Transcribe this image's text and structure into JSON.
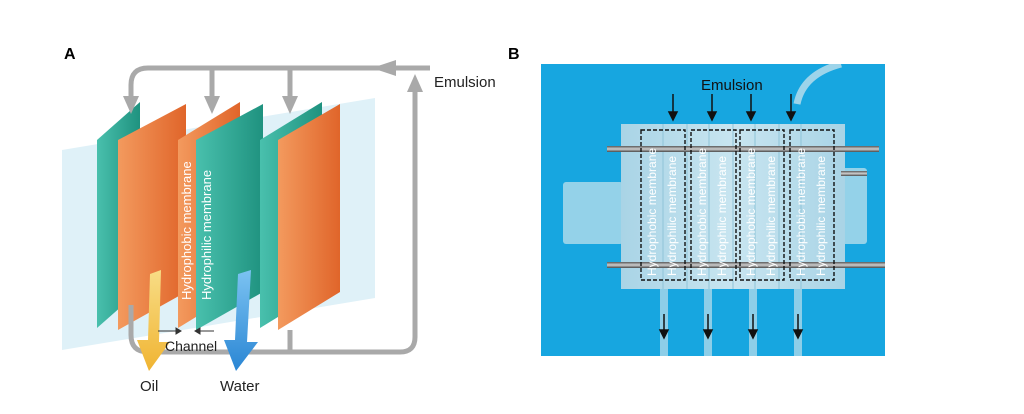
{
  "panel_a": {
    "letter": "A",
    "emulsion_label": "Emulsion",
    "hydrophobic_label": "Hydrophobic membrane",
    "hydrophilic_label": "Hydrophilic membrane",
    "channel_label": "Channel",
    "oil_label": "Oil",
    "water_label": "Water"
  },
  "panel_b": {
    "letter": "B",
    "emulsion_label": "Emulsion",
    "membrane_labels": [
      "Hydrophobic membrane",
      "Hydrophilic membrane",
      "Hydrophobic membrane",
      "Hydrophilic membrane",
      "Hydrophobic membrane",
      "Hydrophilic membrane",
      "Hydrophobic membrane",
      "Hydrophilic membrane"
    ]
  },
  "colors": {
    "hydrophobic": "#e8743a",
    "hydrophilic": "#2ea896",
    "pipe": "#a9a9a9",
    "oil": "#f3c34e",
    "water": "#3d9be0",
    "photo_bg": "#17a6e0"
  }
}
